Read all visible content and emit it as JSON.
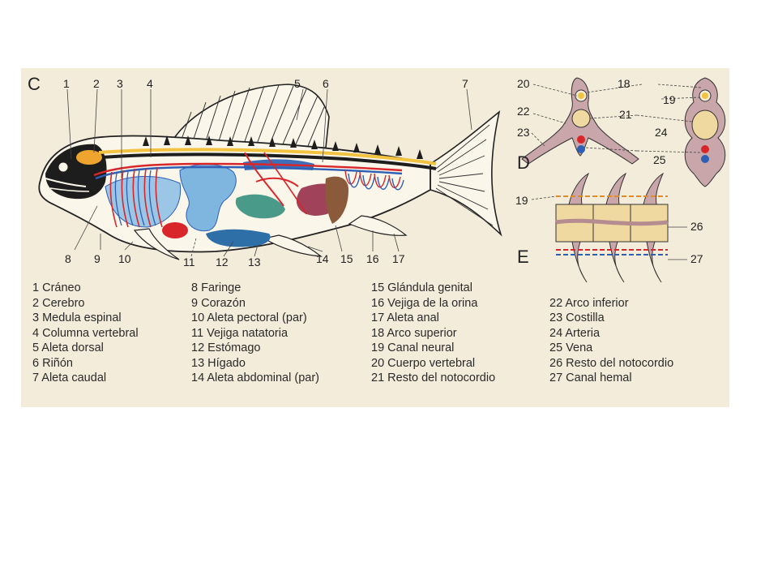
{
  "panels": {
    "c": "C",
    "d": "D",
    "e": "E"
  },
  "callouts_main": [
    "1",
    "2",
    "3",
    "4",
    "5",
    "6",
    "7",
    "8",
    "9",
    "10",
    "11",
    "12",
    "13",
    "14",
    "15",
    "16",
    "17"
  ],
  "callouts_d": [
    "18",
    "19",
    "20",
    "21",
    "22",
    "23",
    "24",
    "25"
  ],
  "callouts_e": [
    "19",
    "26",
    "27"
  ],
  "legend": {
    "col1": [
      "1 Cráneo",
      "2 Cerebro",
      "3 Medula espinal",
      "4 Columna vertebral",
      "5 Aleta dorsal",
      "6 Riñón",
      "7 Aleta caudal"
    ],
    "col2": [
      "8 Faringe",
      "9 Corazón",
      "10 Aleta pectoral (par)",
      "11 Vejiga natatoria",
      "12 Estómago",
      "13 Hígado",
      "14 Aleta abdominal (par)"
    ],
    "col3": [
      "15 Glándula genital",
      "16 Vejiga de la orina",
      "17 Aleta anal",
      "18 Arco superior",
      "19 Canal neural",
      "20 Cuerpo vertebral",
      "21 Resto del notocordio"
    ],
    "col4": [
      "22 Arco inferior",
      "23 Costilla",
      "24 Arteria",
      "25 Vena",
      "26 Resto del notocordio",
      "27 Canal hemal"
    ]
  },
  "colors": {
    "background": "#f3ecdb",
    "artery": "#d8262a",
    "vein": "#2d5fb5",
    "swim_bladder": "#7fb6e0",
    "spinal_cord": "#f2c340",
    "bone": "#c9a6a9"
  }
}
